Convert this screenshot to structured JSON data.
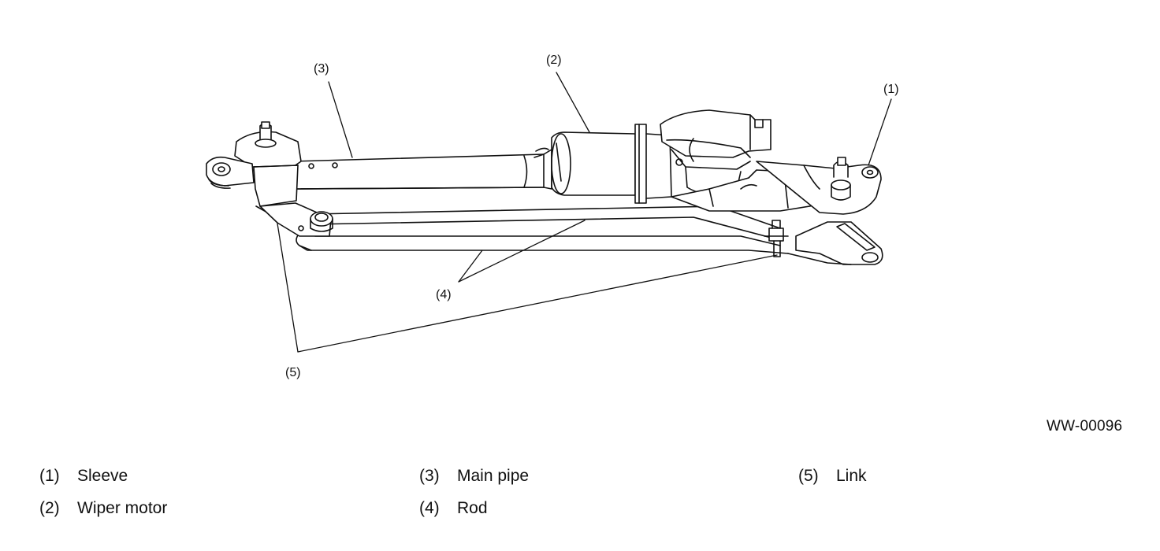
{
  "callouts": {
    "c1": "(1)",
    "c2": "(2)",
    "c3": "(3)",
    "c4": "(4)",
    "c5": "(5)"
  },
  "figure_id": "WW-00096",
  "legend": [
    {
      "num": "(1)",
      "label": "Sleeve"
    },
    {
      "num": "(2)",
      "label": "Wiper motor"
    },
    {
      "num": "(3)",
      "label": "Main pipe"
    },
    {
      "num": "(4)",
      "label": "Rod"
    },
    {
      "num": "(5)",
      "label": "Link"
    }
  ]
}
